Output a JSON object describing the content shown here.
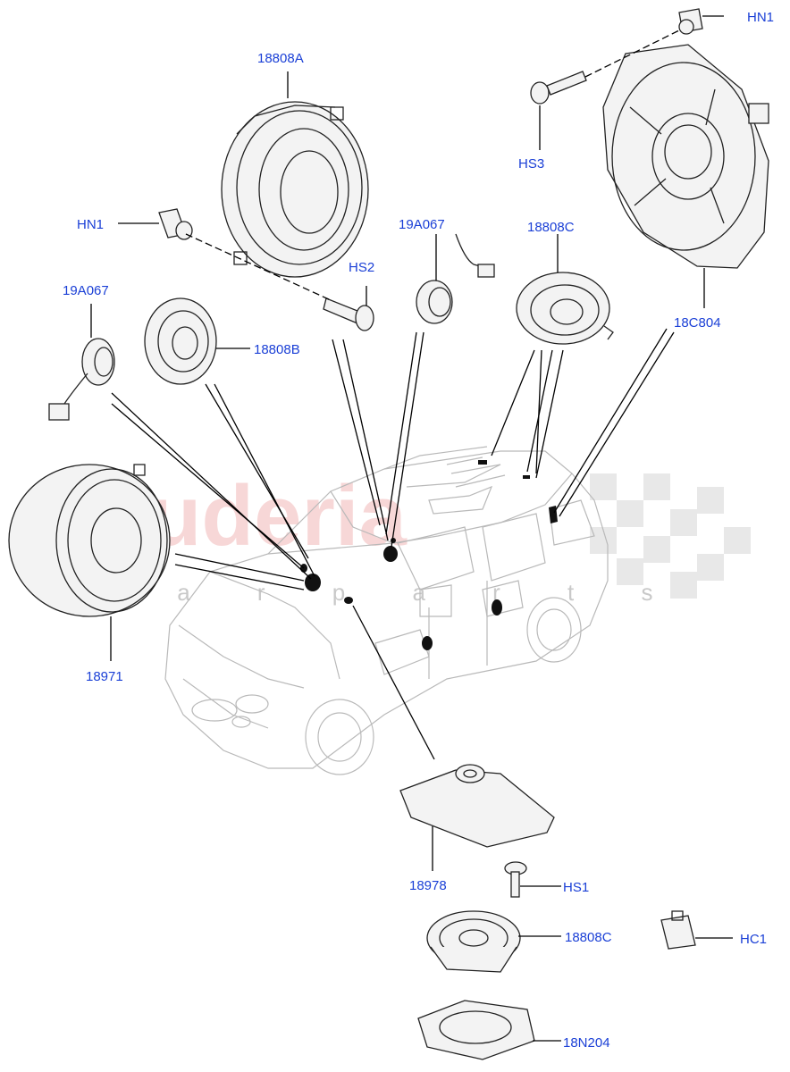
{
  "watermark": {
    "brand": "scuderia",
    "sub": "c a r   p a r t s"
  },
  "callouts": {
    "hn1_top": "HN1",
    "hs3": "HS3",
    "p18808a": "18808A",
    "hn1_left": "HN1",
    "hs2": "HS2",
    "p19a067_center": "19A067",
    "p18808c_top": "18808C",
    "p18c804": "18C804",
    "p19a067_left": "19A067",
    "p18808b": "18808B",
    "p18971": "18971",
    "p18978": "18978",
    "hs1": "HS1",
    "p18808c_bottom": "18808C",
    "hc1": "HC1",
    "p18n204": "18N204"
  },
  "colors": {
    "callout": "#1a3fd6",
    "watermark": "#f2b8b8",
    "line": "#000000",
    "vehicle": "#b9b9b9"
  }
}
